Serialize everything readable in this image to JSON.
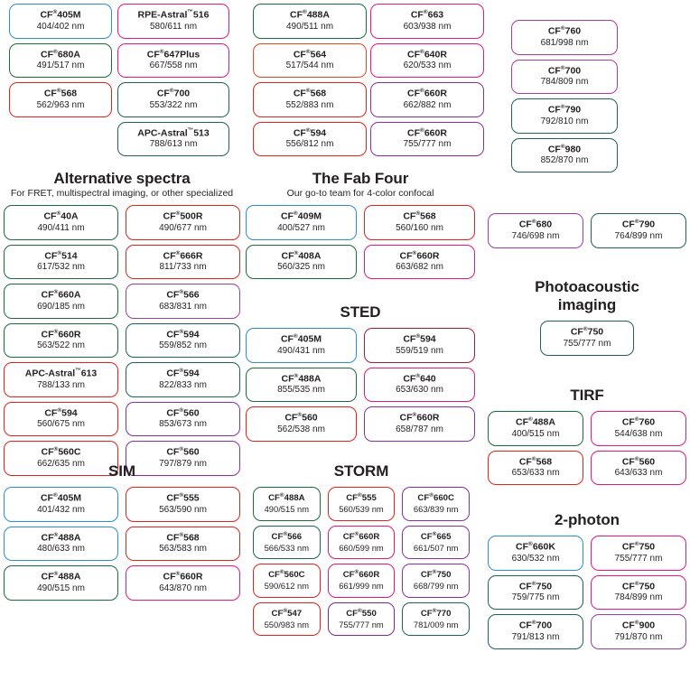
{
  "colors": {
    "blue": "#2b8fd4",
    "green": "#1d6b3e",
    "teal": "#1d6359",
    "red": "#e0231b",
    "orange": "#e04a24",
    "darkred": "#a51c30",
    "magenta": "#e6177f",
    "pink": "#e21a6e",
    "purple": "#8a2ea8",
    "violet": "#9b3fa8",
    "plum": "#7d2b8c",
    "mauve": "#b03a97",
    "text": "#231f20",
    "background": "#ffffff"
  },
  "sections": {
    "top_left": {
      "title": "",
      "subtitle": "",
      "col_a": [
        {
          "name": "CF",
          "sup": "®",
          "suffix": "405M",
          "spec": "404/402 nm",
          "color": "blue"
        },
        {
          "name": "CF",
          "sup": "®",
          "suffix": "680A",
          "spec": "491/517 nm",
          "color": "green"
        },
        {
          "name": "CF",
          "sup": "®",
          "suffix": "568",
          "spec": "562/963 nm",
          "color": "red"
        }
      ],
      "col_b": [
        {
          "name": "RPE-Astral",
          "sup": "™",
          "suffix": "516",
          "spec": "580/611 nm",
          "color": "magenta"
        },
        {
          "name": "CF",
          "sup": "®",
          "suffix": "647Plus",
          "spec": "667/558 nm",
          "color": "magenta"
        },
        {
          "name": "CF",
          "sup": "®",
          "suffix": "700",
          "spec": "553/322 nm",
          "color": "teal"
        },
        {
          "name": "APC-Astral",
          "sup": "™",
          "suffix": "513",
          "spec": "788/613 nm",
          "color": "teal"
        }
      ]
    },
    "top_mid": {
      "col_a": [
        {
          "name": "CF",
          "sup": "®",
          "suffix": "488A",
          "spec": "490/511 nm",
          "color": "green"
        },
        {
          "name": "CF",
          "sup": "®",
          "suffix": "564",
          "spec": "517/544 nm",
          "color": "orange"
        },
        {
          "name": "CF",
          "sup": "®",
          "suffix": "568",
          "spec": "552/883 nm",
          "color": "red"
        },
        {
          "name": "CF",
          "sup": "®",
          "suffix": "594",
          "spec": "556/812 nm",
          "color": "red"
        }
      ],
      "col_b": [
        {
          "name": "CF",
          "sup": "®",
          "suffix": "663",
          "spec": "603/938 nm",
          "color": "magenta"
        },
        {
          "name": "CF",
          "sup": "®",
          "suffix": "640R",
          "spec": "620/533 nm",
          "color": "magenta"
        },
        {
          "name": "CF",
          "sup": "®",
          "suffix": "660R",
          "spec": "662/882 nm",
          "color": "purple"
        },
        {
          "name": "CF",
          "sup": "®",
          "suffix": "660R",
          "spec": "755/777 nm",
          "color": "purple"
        }
      ]
    },
    "top_right": {
      "items": [
        {
          "name": "CF",
          "sup": "®",
          "suffix": "760",
          "spec": "681/998 nm",
          "color": "mauve"
        },
        {
          "name": "CF",
          "sup": "®",
          "suffix": "700",
          "spec": "784/809 nm",
          "color": "mauve"
        },
        {
          "name": "CF",
          "sup": "®",
          "suffix": "790",
          "spec": "792/810 nm",
          "color": "teal"
        },
        {
          "name": "CF",
          "sup": "®",
          "suffix": "980",
          "spec": "852/870 nm",
          "color": "teal"
        }
      ]
    },
    "alternative_spectra": {
      "title": "Alternative spectra",
      "subtitle": "For FRET, multispectral imaging, or other specialized",
      "col_a": [
        {
          "name": "CF",
          "sup": "®",
          "suffix": "40A",
          "spec": "490/411 nm",
          "color": "green"
        },
        {
          "name": "CF",
          "sup": "®",
          "suffix": "514",
          "spec": "617/532 nm",
          "color": "green"
        },
        {
          "name": "CF",
          "sup": "®",
          "suffix": "660A",
          "spec": "690/185 nm",
          "color": "green"
        },
        {
          "name": "CF",
          "sup": "®",
          "suffix": "660R",
          "spec": "563/522 nm",
          "color": "green"
        },
        {
          "name": "APC-Astral",
          "sup": "™",
          "suffix": "613",
          "spec": "788/133 nm",
          "color": "red"
        },
        {
          "name": "CF",
          "sup": "®",
          "suffix": "594",
          "spec": "560/675 nm",
          "color": "red"
        },
        {
          "name": "CF",
          "sup": "®",
          "suffix": "560C",
          "spec": "662/635 nm",
          "color": "red"
        }
      ],
      "col_b": [
        {
          "name": "CF",
          "sup": "®",
          "suffix": "500R",
          "spec": "490/677 nm",
          "color": "red"
        },
        {
          "name": "CF",
          "sup": "®",
          "suffix": "666R",
          "spec": "811/733 nm",
          "color": "red"
        },
        {
          "name": "CF",
          "sup": "®",
          "suffix": "566",
          "spec": "683/831 nm",
          "color": "violet"
        },
        {
          "name": "CF",
          "sup": "®",
          "suffix": "594",
          "spec": "559/852 nm",
          "color": "teal"
        },
        {
          "name": "CF",
          "sup": "®",
          "suffix": "594",
          "spec": "822/833 nm",
          "color": "teal"
        },
        {
          "name": "CF",
          "sup": "®",
          "suffix": "560",
          "spec": "853/673 nm",
          "color": "purple"
        },
        {
          "name": "CF",
          "sup": "®",
          "suffix": "560",
          "spec": "797/879 nm",
          "color": "purple"
        }
      ]
    },
    "fab_four": {
      "title": "The Fab Four",
      "subtitle": "Our go-to team for 4-color confocal",
      "col_a": [
        {
          "name": "CF",
          "sup": "®",
          "suffix": "409M",
          "spec": "400/527 nm",
          "color": "blue"
        },
        {
          "name": "CF",
          "sup": "®",
          "suffix": "408A",
          "spec": "560/325 nm",
          "color": "green"
        }
      ],
      "col_b": [
        {
          "name": "CF",
          "sup": "®",
          "suffix": "568",
          "spec": "560/160 nm",
          "color": "red"
        },
        {
          "name": "CF",
          "sup": "®",
          "suffix": "660R",
          "spec": "663/682 nm",
          "color": "magenta"
        }
      ]
    },
    "sted": {
      "title": "STED",
      "col_a": [
        {
          "name": "CF",
          "sup": "®",
          "suffix": "405M",
          "spec": "490/431 nm",
          "color": "blue"
        },
        {
          "name": "CF",
          "sup": "®",
          "suffix": "488A",
          "spec": "855/535 nm",
          "color": "green"
        },
        {
          "name": "CF",
          "sup": "®",
          "suffix": "560",
          "spec": "562/538 nm",
          "color": "red"
        }
      ],
      "col_b": [
        {
          "name": "CF",
          "sup": "®",
          "suffix": "594",
          "spec": "559/519 nm",
          "color": "darkred"
        },
        {
          "name": "CF",
          "sup": "®",
          "suffix": "640",
          "spec": "653/630 nm",
          "color": "pink"
        },
        {
          "name": "CF",
          "sup": "®",
          "suffix": "660R",
          "spec": "658/787 nm",
          "color": "purple"
        }
      ]
    },
    "mid_right": {
      "items": [
        {
          "name": "CF",
          "sup": "®",
          "suffix": "680",
          "spec": "746/698 nm",
          "color": "violet"
        },
        {
          "name": "CF",
          "sup": "®",
          "suffix": "790",
          "spec": "764/899 nm",
          "color": "teal"
        }
      ]
    },
    "photoacoustic": {
      "title_line1": "Photoacoustic",
      "title_line2": "imaging",
      "items": [
        {
          "name": "CF",
          "sup": "®",
          "suffix": "750",
          "spec": "755/777 nm",
          "color": "teal"
        }
      ]
    },
    "tirf": {
      "title": "TIRF",
      "col_a": [
        {
          "name": "CF",
          "sup": "®",
          "suffix": "488A",
          "spec": "400/515 nm",
          "color": "green"
        },
        {
          "name": "CF",
          "sup": "®",
          "suffix": "568",
          "spec": "653/633 nm",
          "color": "red"
        }
      ],
      "col_b": [
        {
          "name": "CF",
          "sup": "®",
          "suffix": "760",
          "spec": "544/638 nm",
          "color": "magenta"
        },
        {
          "name": "CF",
          "sup": "®",
          "suffix": "560",
          "spec": "643/633 nm",
          "color": "magenta"
        }
      ]
    },
    "sim": {
      "title": "SIM",
      "col_a": [
        {
          "name": "CF",
          "sup": "®",
          "suffix": "405M",
          "spec": "401/432 nm",
          "color": "blue"
        },
        {
          "name": "CF",
          "sup": "®",
          "suffix": "488A",
          "spec": "480/633 nm",
          "color": "blue"
        },
        {
          "name": "CF",
          "sup": "®",
          "suffix": "488A",
          "spec": "490/515 nm",
          "color": "green"
        }
      ],
      "col_b": [
        {
          "name": "CF",
          "sup": "®",
          "suffix": "555",
          "spec": "563/590 nm",
          "color": "red"
        },
        {
          "name": "CF",
          "sup": "®",
          "suffix": "568",
          "spec": "563/583 nm",
          "color": "red"
        },
        {
          "name": "CF",
          "sup": "®",
          "suffix": "660R",
          "spec": "643/870 nm",
          "color": "magenta"
        }
      ]
    },
    "storm": {
      "title": "STORM",
      "col_a": [
        {
          "name": "CF",
          "sup": "®",
          "suffix": "488A",
          "spec": "490/515 nm",
          "color": "green"
        },
        {
          "name": "CF",
          "sup": "®",
          "suffix": "566",
          "spec": "566/533 nm",
          "color": "teal"
        },
        {
          "name": "CF",
          "sup": "®",
          "suffix": "560C",
          "spec": "590/612 nm",
          "color": "red"
        },
        {
          "name": "CF",
          "sup": "®",
          "suffix": "547",
          "spec": "550/983 nm",
          "color": "red"
        }
      ],
      "col_b": [
        {
          "name": "CF",
          "sup": "®",
          "suffix": "555",
          "spec": "560/539 nm",
          "color": "red"
        },
        {
          "name": "CF",
          "sup": "®",
          "suffix": "660R",
          "spec": "660/599 nm",
          "color": "pink"
        },
        {
          "name": "CF",
          "sup": "®",
          "suffix": "660R",
          "spec": "661/999 nm",
          "color": "pink"
        },
        {
          "name": "CF",
          "sup": "®",
          "suffix": "550",
          "spec": "755/777 nm",
          "color": "plum"
        }
      ],
      "col_c": [
        {
          "name": "CF",
          "sup": "®",
          "suffix": "660C",
          "spec": "663/839 nm",
          "color": "purple"
        },
        {
          "name": "CF",
          "sup": "®",
          "suffix": "665",
          "spec": "661/507 nm",
          "color": "purple"
        },
        {
          "name": "CF",
          "sup": "®",
          "suffix": "750",
          "spec": "668/799 nm",
          "color": "purple"
        },
        {
          "name": "CF",
          "sup": "®",
          "suffix": "770",
          "spec": "781/009 nm",
          "color": "teal"
        }
      ]
    },
    "two_photon": {
      "title": "2-photon",
      "col_a": [
        {
          "name": "CF",
          "sup": "®",
          "suffix": "660K",
          "spec": "630/532 nm",
          "color": "blue"
        },
        {
          "name": "CF",
          "sup": "®",
          "suffix": "750",
          "spec": "759/775 nm",
          "color": "teal"
        },
        {
          "name": "CF",
          "sup": "®",
          "suffix": "700",
          "spec": "791/813 nm",
          "color": "teal"
        }
      ],
      "col_b": [
        {
          "name": "CF",
          "sup": "®",
          "suffix": "750",
          "spec": "755/777 nm",
          "color": "magenta"
        },
        {
          "name": "CF",
          "sup": "®",
          "suffix": "750",
          "spec": "784/899 nm",
          "color": "magenta"
        },
        {
          "name": "CF",
          "sup": "®",
          "suffix": "900",
          "spec": "791/870 nm",
          "color": "violet"
        }
      ]
    }
  }
}
